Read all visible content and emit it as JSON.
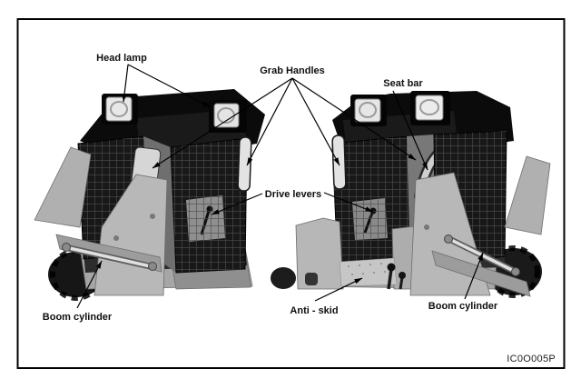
{
  "figure": {
    "code": "IC0O005P",
    "type": "labeled parts diagram, two views of a skid-steer loader"
  },
  "colors": {
    "background": "#ffffff",
    "border": "#000000",
    "label_text": "#0f0f0f",
    "cab_dark": "#0b0b0b",
    "metal_gray": "#b5b5b5"
  },
  "callouts": {
    "head_lamp": "Head lamp",
    "grab_handles": "Grab Handles",
    "seat_bar": "Seat bar",
    "drive_levers": "Drive levers",
    "anti_skid": "Anti - skid",
    "boom_cylinder_left": "Boom cylinder",
    "boom_cylinder_right": "Boom cylinder"
  }
}
